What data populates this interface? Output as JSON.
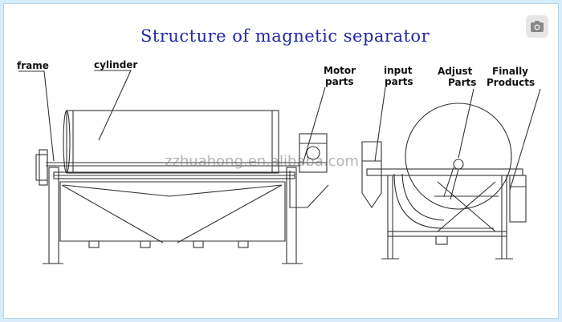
{
  "title": "Structure of magnetic separator",
  "labels": {
    "frame": "frame",
    "cylinder": "cylinder",
    "motor_1": "Motor",
    "motor_2": "parts",
    "input_1": "input",
    "input_2": "parts",
    "adjust_1": "Adjust",
    "adjust_2": "Parts",
    "finally_1": "Finally",
    "finally_2": "Products"
  },
  "watermark": "zzhuahong.en.alibaba.com",
  "icons": {
    "search": "camera-search-icon"
  },
  "colors": {
    "title": "#1f2aa6",
    "border": "#d6ecfb",
    "line": "#333333"
  }
}
